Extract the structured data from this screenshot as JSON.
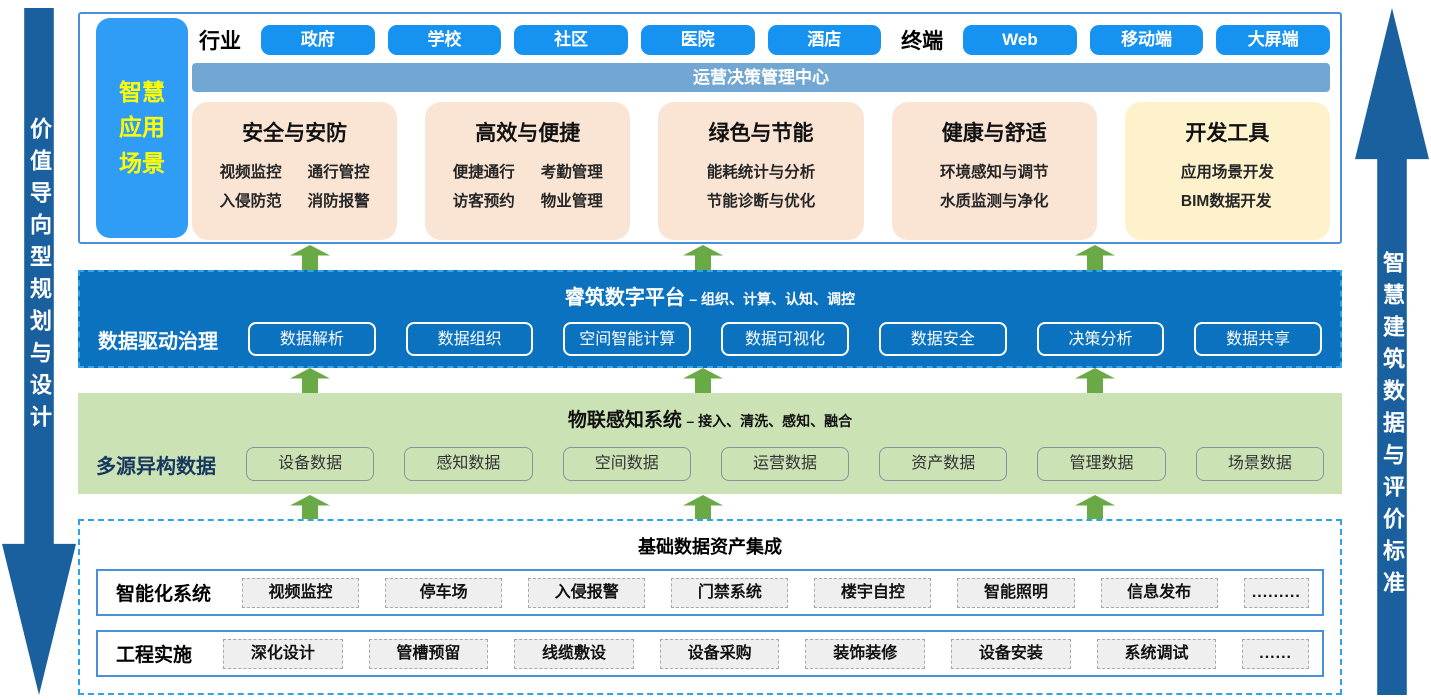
{
  "colors": {
    "pill_blue": "#1692f0",
    "scenario_blue": "#2f9cf5",
    "scenario_text": "#ffff00",
    "banner_blue": "#73a7d3",
    "card_peach": "#fae5d5",
    "card_gold": "#fdf2cc",
    "platform_blue": "#0b72c0",
    "band_dashed_border": "#35a3e8",
    "green_band": "#cbe2b5",
    "arrow_green": "#6aaa46",
    "side_arrow_blue": "#1a5f9e",
    "section_border": "#4a90d8"
  },
  "side_arrows": {
    "left": "价值导向型规划与设计",
    "right": "智慧建筑数据与评价标准"
  },
  "top_section": {
    "scenario_lines": [
      "智慧",
      "应用",
      "场景"
    ],
    "industry_label": "行业",
    "industry_pills": [
      "政府",
      "学校",
      "社区",
      "医院",
      "酒店"
    ],
    "terminal_label": "终端",
    "terminal_pills": [
      "Web",
      "移动端",
      "大屏端"
    ],
    "banner": "运营决策管理中心",
    "cards": [
      {
        "title": "安全与安防",
        "items": [
          "视频监控",
          "通行管控",
          "入侵防范",
          "消防报警"
        ]
      },
      {
        "title": "高效与便捷",
        "items": [
          "便捷通行",
          "考勤管理",
          "访客预约",
          "物业管理"
        ]
      },
      {
        "title": "绿色与节能",
        "items": [
          "能耗统计与分析",
          "节能诊断与优化"
        ]
      },
      {
        "title": "健康与舒适",
        "items": [
          "环境感知与调节",
          "水质监测与净化"
        ]
      },
      {
        "title": "开发工具",
        "items": [
          "应用场景开发",
          "BIM数据开发"
        ]
      }
    ]
  },
  "platform_band": {
    "title_main": "睿筑数字平台",
    "title_suffix": "– 组织、计算、认知、调控",
    "label": "数据驱动治理",
    "pills": [
      "数据解析",
      "数据组织",
      "空间智能计算",
      "数据可视化",
      "数据安全",
      "决策分析",
      "数据共享"
    ]
  },
  "iot_band": {
    "title_main": "物联感知系统",
    "title_suffix": "– 接入、清洗、感知、融合",
    "label": "多源异构数据",
    "pills": [
      "设备数据",
      "感知数据",
      "空间数据",
      "运营数据",
      "资产数据",
      "管理数据",
      "场景数据"
    ]
  },
  "base_section": {
    "title": "基础数据资产集成",
    "rows": [
      {
        "label": "智能化系统",
        "pills": [
          "视频监控",
          "停车场",
          "入侵报警",
          "门禁系统",
          "楼宇自控",
          "智能照明",
          "信息发布",
          "........."
        ]
      },
      {
        "label": "工程实施",
        "pills": [
          "深化设计",
          "管槽预留",
          "线缆敷设",
          "设备采购",
          "装饰装修",
          "设备安装",
          "系统调试",
          "......"
        ]
      }
    ]
  }
}
